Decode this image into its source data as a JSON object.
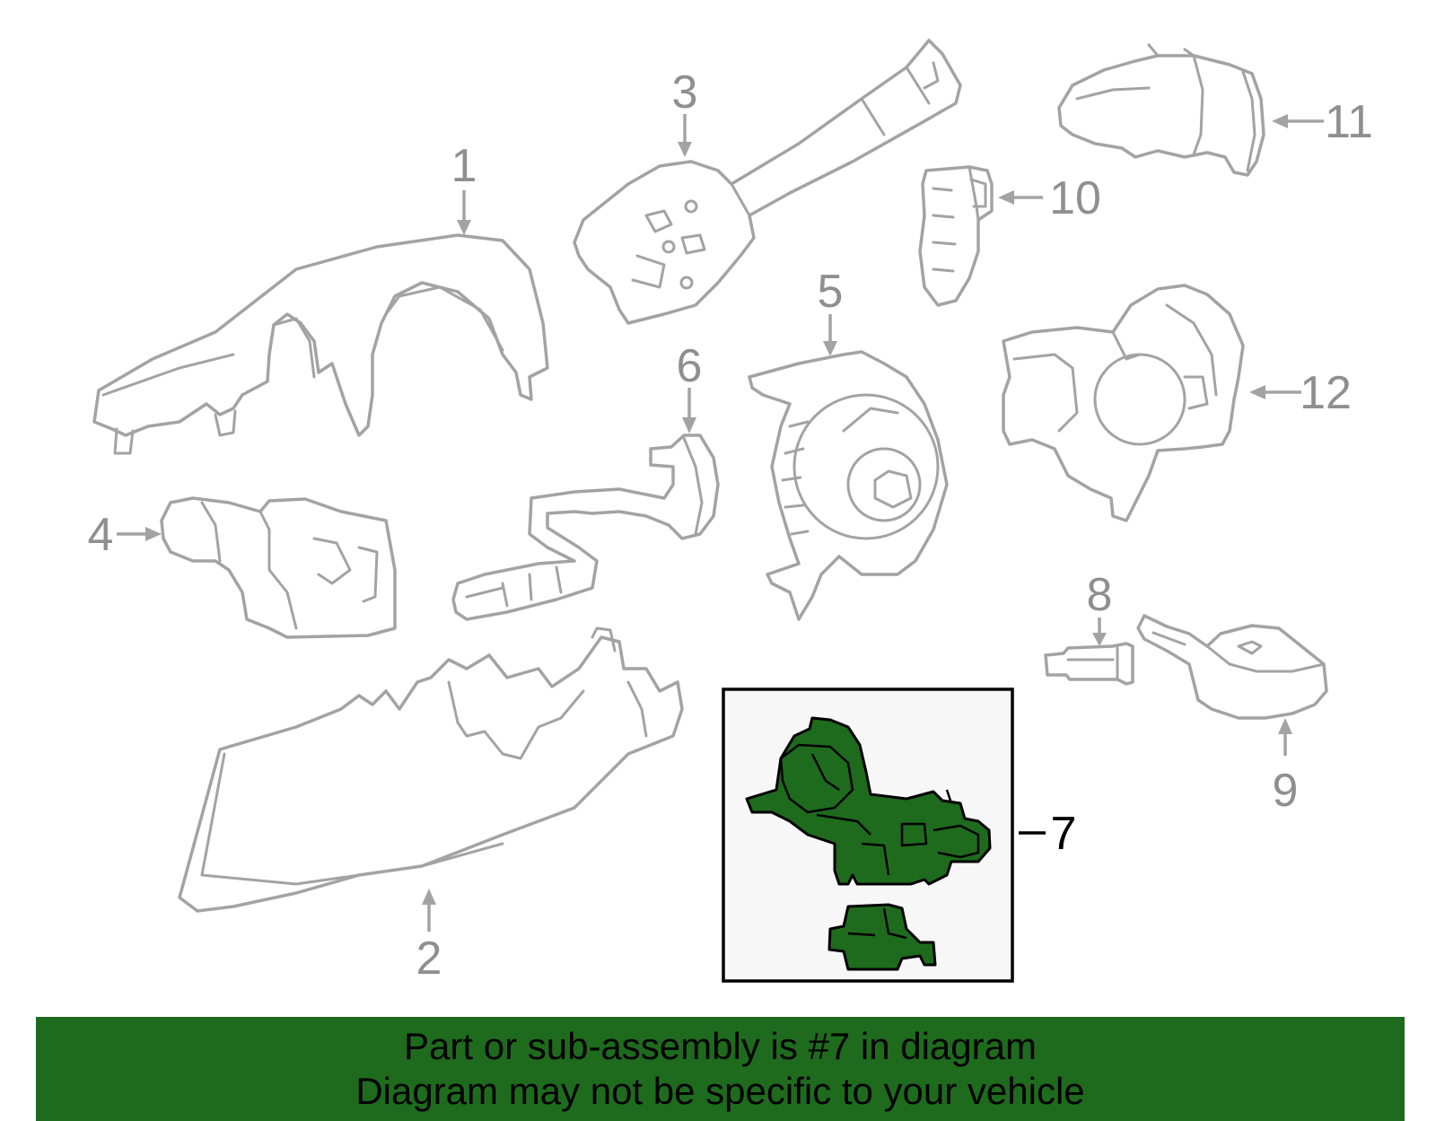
{
  "diagram": {
    "callouts": [
      "1",
      "2",
      "3",
      "4",
      "5",
      "6",
      "7",
      "8",
      "9",
      "10",
      "11",
      "12"
    ],
    "highlighted_part": "7",
    "colors": {
      "highlight": "#1e6b1e",
      "outline": "#a3a3a3",
      "callout_text": "#8f8f8f",
      "inset_background": "#f7f7f7"
    }
  },
  "footer": {
    "line1": "Part or sub-assembly is #7 in diagram",
    "line2": "Diagram may not be specific to your vehicle"
  }
}
